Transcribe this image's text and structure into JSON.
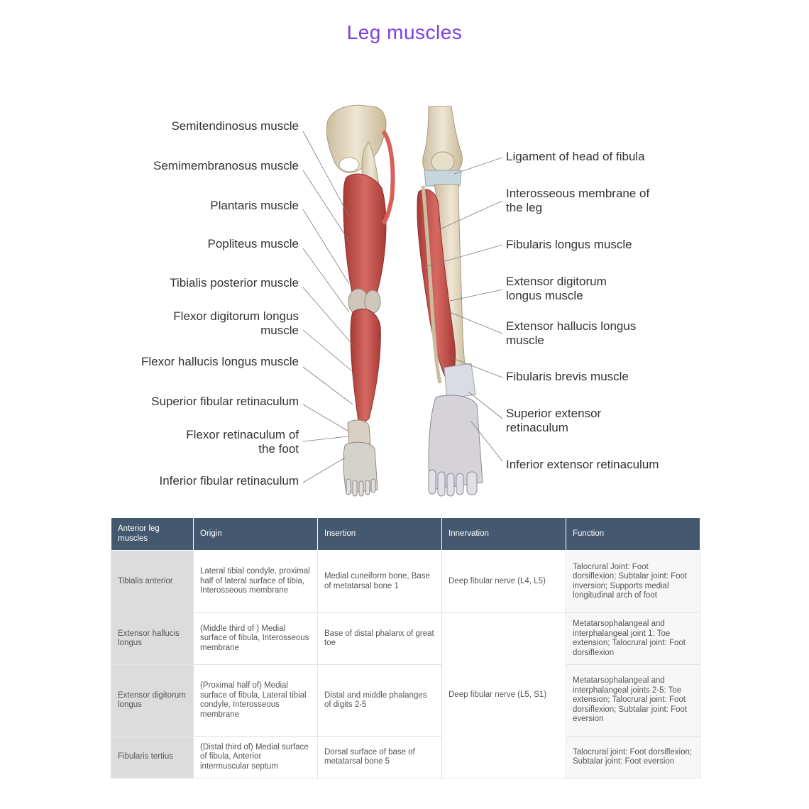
{
  "colors": {
    "title": "#7b3fe4",
    "header_bg": "#44596f",
    "row_head_bg": "#dcdcdc",
    "muscle": "#c9504e",
    "bone": "#e3d9c4"
  },
  "title": "Leg muscles",
  "labels_left": [
    "Semitendinosus muscle",
    "Semimembranosus muscle",
    "Plantaris muscle",
    "Popliteus muscle",
    "Tibialis posterior muscle",
    "Flexor digitorum longus muscle",
    "Flexor hallucis longus muscle",
    "Superior fibular retinaculum",
    "Flexor retinaculum of the foot",
    "Inferior fibular retinaculum"
  ],
  "labels_right": [
    "Ligament of head of fibula",
    "Interosseous membrane of the leg",
    "Fibularis longus muscle",
    "Extensor digitorum longus muscle",
    "Extensor hallucis longus muscle",
    "Fibularis brevis muscle",
    "Superior extensor retinaculum",
    "Inferior extensor retinaculum"
  ],
  "table": {
    "headers": [
      "Anterior leg muscles",
      "Origin",
      "Insertion",
      "Innervation",
      "Function"
    ],
    "rows": [
      {
        "muscle": "Tibialis anterior",
        "origin": "Lateral tibial condyle, proximal half of lateral surface of tibia, Interosseous membrane",
        "insertion": "Medial cuneiform bone, Base of metatarsal bone 1",
        "innervation": "Deep fibular nerve (L4, L5)",
        "function": "Talocrural Joint: Foot dorsiflexion; Subtalar joint: Foot inversion; Supports medial longitudinal arch of foot"
      },
      {
        "muscle": "Extensor hallucis longus",
        "origin": "(Middle third of ) Medial surface of fibula, Interosseous membrane",
        "insertion": "Base of distal phalanx of great toe",
        "innervation": "Deep fibular nerve (L5, S1)",
        "function": "Metatarsophalangeal and interphalangeal joint 1: Toe extension; Talocrural joint: Foot dorsiflexion"
      },
      {
        "muscle": "Extensor digitorum longus",
        "origin": "(Proximal half of) Medial surface of fibula, Lateral tibial condyle, Interosseous membrane",
        "insertion": "Distal and middle phalanges of digits 2-5",
        "function": "Metatarsophalangeal and interphalangeal joints 2-5: Toe extension; Talocrural joint: Foot dorsiflexion; Subtalar joint: Foot eversion"
      },
      {
        "muscle": "Fibularis tertius",
        "origin": "(Distal third of) Medial surface of fibula, Anterior intermuscular septum",
        "insertion": "Dorsal surface of base of metatarsal bone 5",
        "function": "Talocrural joint: Foot dorsiflexion; Subtalar joint: Foot eversion"
      }
    ]
  }
}
